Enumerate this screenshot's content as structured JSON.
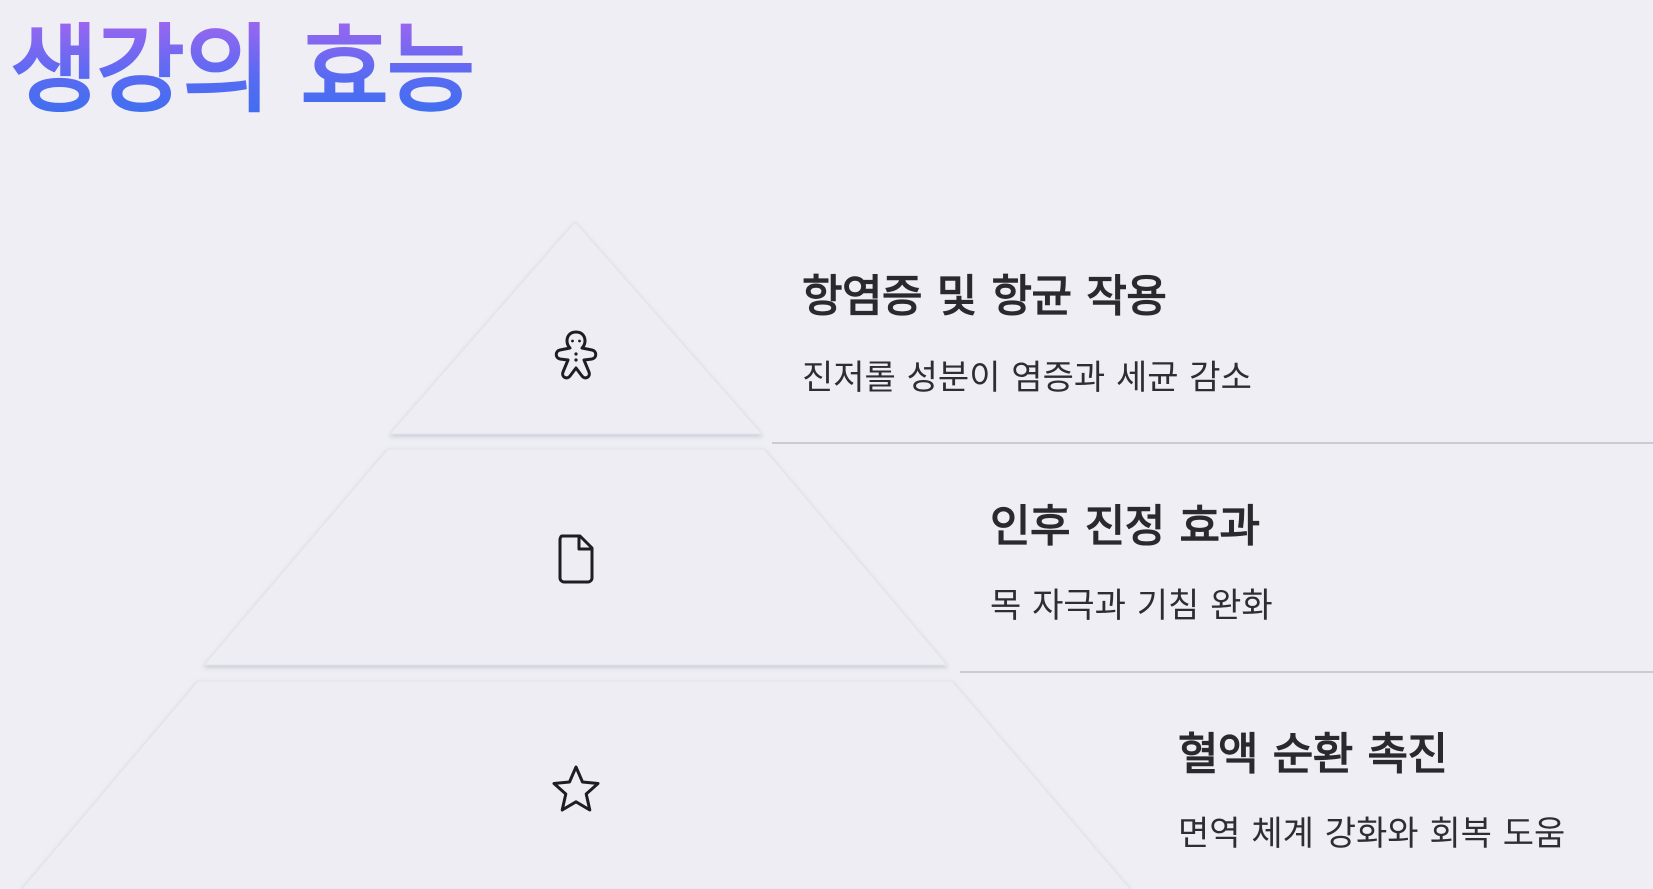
{
  "title": "생강의 효능",
  "tiers": [
    {
      "heading": "항염증 및 항균 작용",
      "description": "진저롤 성분이 염증과 세균 감소",
      "icon": "gingerbread-man-icon"
    },
    {
      "heading": "인후 진정 효과",
      "description": "목 자극과 기침 완화",
      "icon": "document-icon"
    },
    {
      "heading": "혈액 순환 촉진",
      "description": "면역 체계 강화와 회복 도움",
      "icon": "star-icon"
    }
  ],
  "colors": {
    "background": "#eeeef4",
    "title_gradient_top": "#9a66f0",
    "title_gradient_bottom": "#3d6ff0",
    "text": "#2a2a2e",
    "divider": "#cbcbd6"
  }
}
